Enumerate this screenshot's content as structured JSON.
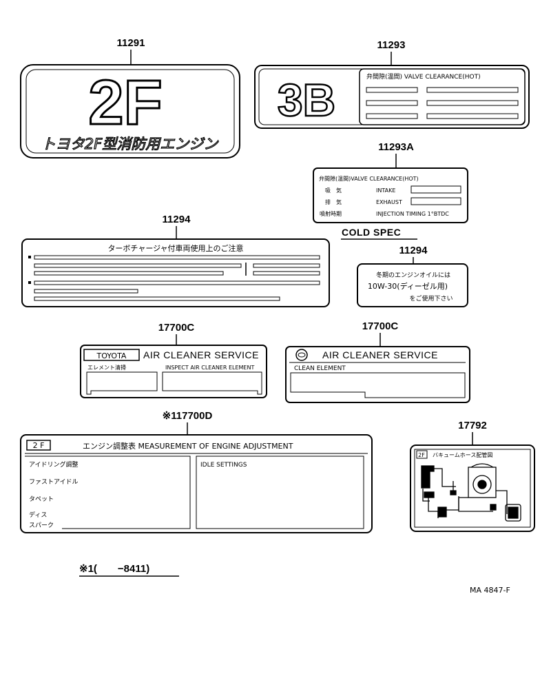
{
  "part_numbers": {
    "p1": "11291",
    "p2": "11293",
    "p3": "11293A",
    "p4": "11294",
    "p5": "11294",
    "p6": "17700C",
    "p7": "17700C",
    "p8": "※117700D",
    "p9": "17792"
  },
  "plate_11291": {
    "big_text": "2F",
    "sub_text": "トヨタ2F型消防用エンジン"
  },
  "plate_11293": {
    "big_text": "3B",
    "header": "弁間隙(温間)  VALVE CLEARANCE(HOT)"
  },
  "plate_11293a": {
    "header": "弁間隙(温間)VALVE CLEARANCE(HOT)",
    "row1_jp": "吸　気",
    "row1_en": "INTAKE",
    "row2_jp": "排　気",
    "row2_en": "EXHAUST",
    "row3_jp": "噴射時期",
    "row3_en": "INJECTION TIMING 1°BTDC",
    "caption": "COLD SPEC"
  },
  "plate_11294_large": {
    "title": "ターボチャージャ付車両使用上のご注意"
  },
  "plate_11294_small": {
    "line1": "冬期のエンジンオイルには",
    "line2": "10W-30(ディーゼル用)",
    "line3": "をご使用下さい"
  },
  "plate_17700c_left": {
    "brand": "TOYOTA",
    "title": "AIR CLEANER SERVICE",
    "col1": "エレメント清掃",
    "col2": "INSPECT AIR CLEANER  ELEMENT"
  },
  "plate_17700c_right": {
    "title": "AIR  CLEANER  SERVICE",
    "sub": "CLEAN ELEMENT"
  },
  "plate_17700d": {
    "tag": "2 F",
    "title": "エンジン調整表   MEASUREMENT OF ENGINE ADJUSTMENT",
    "row1": "アイドリング調整",
    "row2": "ファストアイドル",
    "row3": "タペット",
    "row4a": "ディス",
    "row4b": "スパーク",
    "right_col": "IDLE SETTINGS"
  },
  "plate_17792": {
    "tag": "2F",
    "title": "バキュームホース配管図"
  },
  "footnote": "※1(　　−8411)",
  "diagram_code": "MA 4847-F",
  "icons": {
    "logo": "toyota-mark-icon"
  }
}
